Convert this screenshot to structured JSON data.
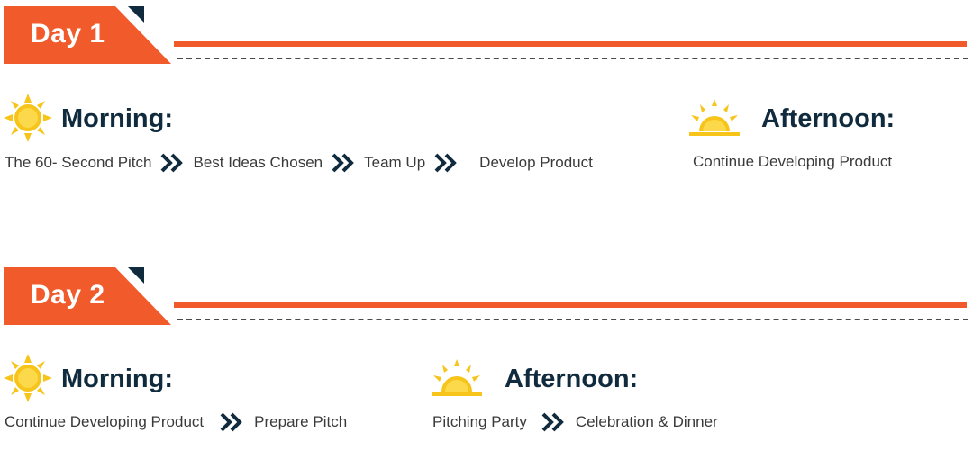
{
  "colors": {
    "accent": "#f15a2b",
    "navy": "#0f2b3d",
    "sun": "#f7c41a"
  },
  "days": [
    {
      "label": "Day 1",
      "morning": {
        "title": "Morning:",
        "icon": "sun-icon",
        "steps": [
          "The 60- Second Pitch",
          "Best Ideas Chosen",
          "Team Up",
          "Develop Product"
        ]
      },
      "afternoon": {
        "title": "Afternoon:",
        "icon": "sunset-icon",
        "steps": [
          "Continue Developing Product"
        ]
      }
    },
    {
      "label": "Day 2",
      "morning": {
        "title": "Morning:",
        "icon": "sun-icon",
        "steps": [
          "Continue Developing Product",
          "Prepare Pitch"
        ]
      },
      "afternoon": {
        "title": "Afternoon:",
        "icon": "sunset-icon",
        "steps": [
          "Pitching Party",
          "Celebration & Dinner"
        ]
      }
    }
  ]
}
